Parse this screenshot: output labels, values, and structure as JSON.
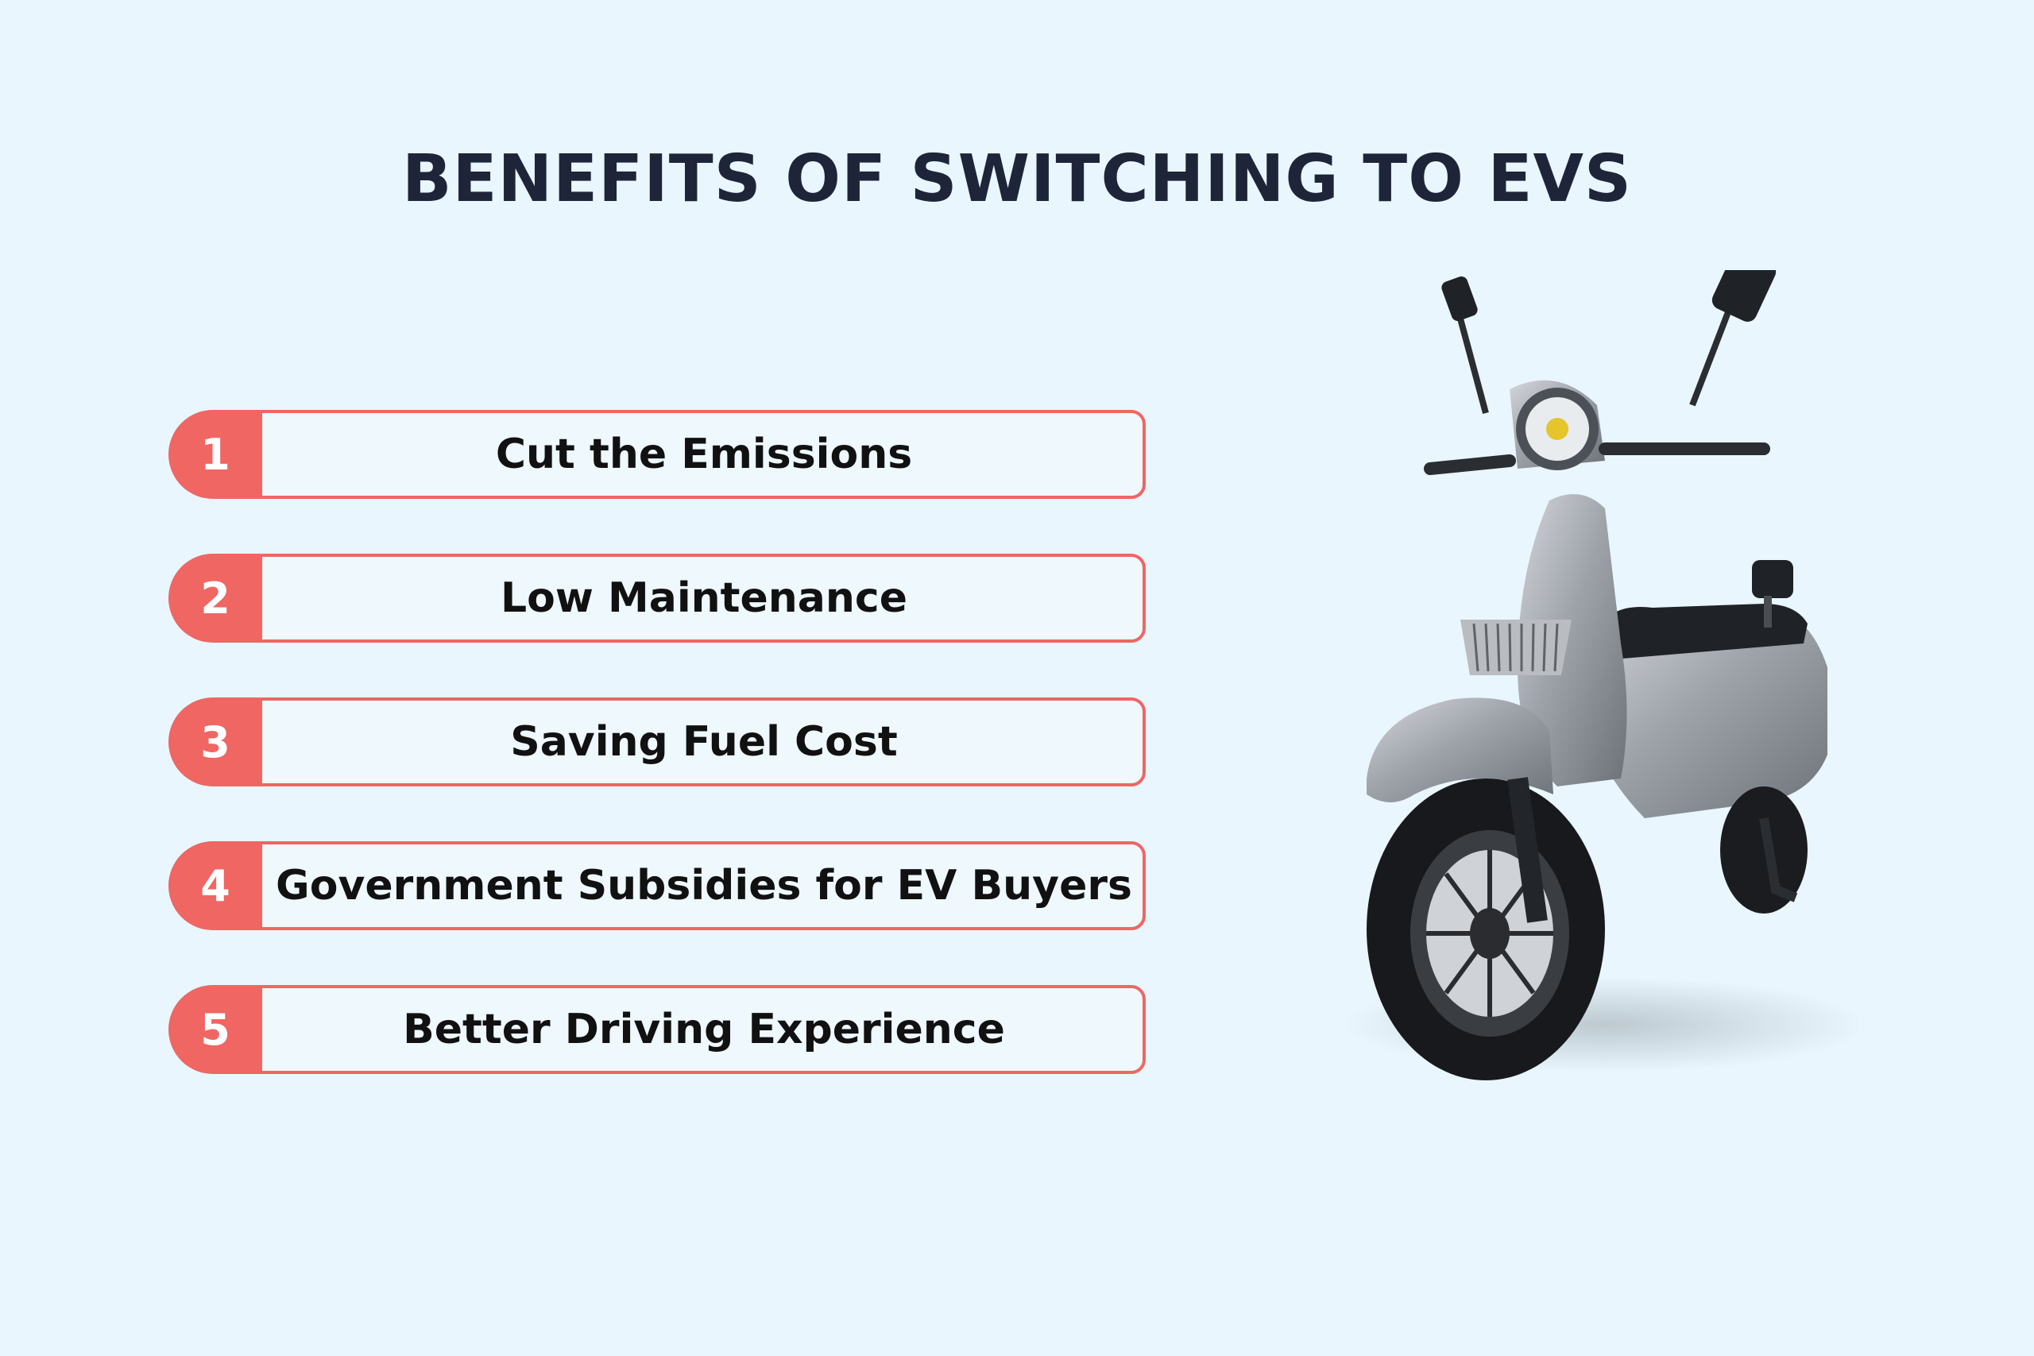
{
  "title": "BENEFITS OF SWITCHING TO EVS",
  "benefits": [
    {
      "number": "1",
      "label": "Cut the Emissions"
    },
    {
      "number": "2",
      "label": "Low Maintenance"
    },
    {
      "number": "3",
      "label": "Saving Fuel Cost"
    },
    {
      "number": "4",
      "label": "Government Subsidies for EV Buyers"
    },
    {
      "number": "5",
      "label": "Better Driving Experience"
    }
  ],
  "colors": {
    "background": "#e9f6fd",
    "accent": "#ef6663",
    "title": "#1e2538"
  },
  "image": {
    "subject": "grey-electric-scooter"
  }
}
